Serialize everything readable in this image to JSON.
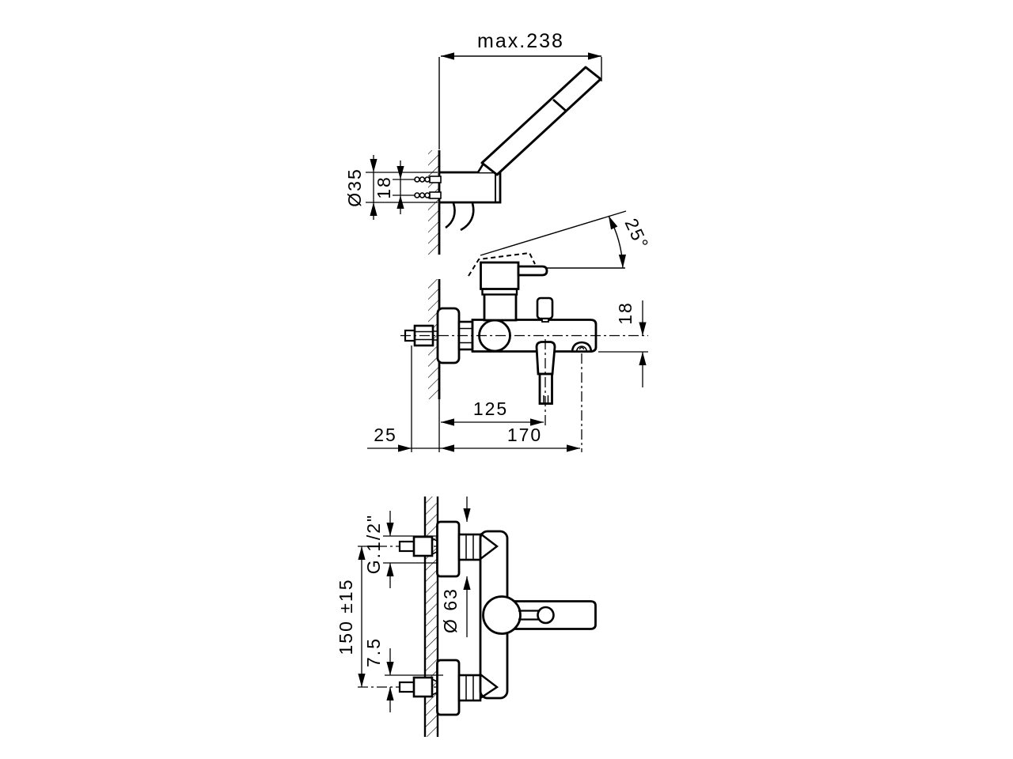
{
  "drawing": {
    "type": "technical-installation-drawing",
    "subject": "Wall-mounted single-lever bath shower mixer with hand shower",
    "line_color": "#000000",
    "background": "#ffffff",
    "views": {
      "top": "hand-shower wall bracket plan view",
      "side": "mixer side elevation",
      "front": "mixer front elevation"
    },
    "dims": {
      "max_reach": "max.238",
      "bracket_dia": "Ø35",
      "screw_pitch": "18",
      "lever_angle": "25°",
      "spout_drop": "18",
      "spout_offset": "125",
      "body_reach": "170",
      "wall_clearance": "25",
      "thread_size": "G.1/2\"",
      "inlet_centres": "150 ±15",
      "escutcheon_dia": "Ø 63",
      "vertical_adjust": "7.5"
    }
  }
}
